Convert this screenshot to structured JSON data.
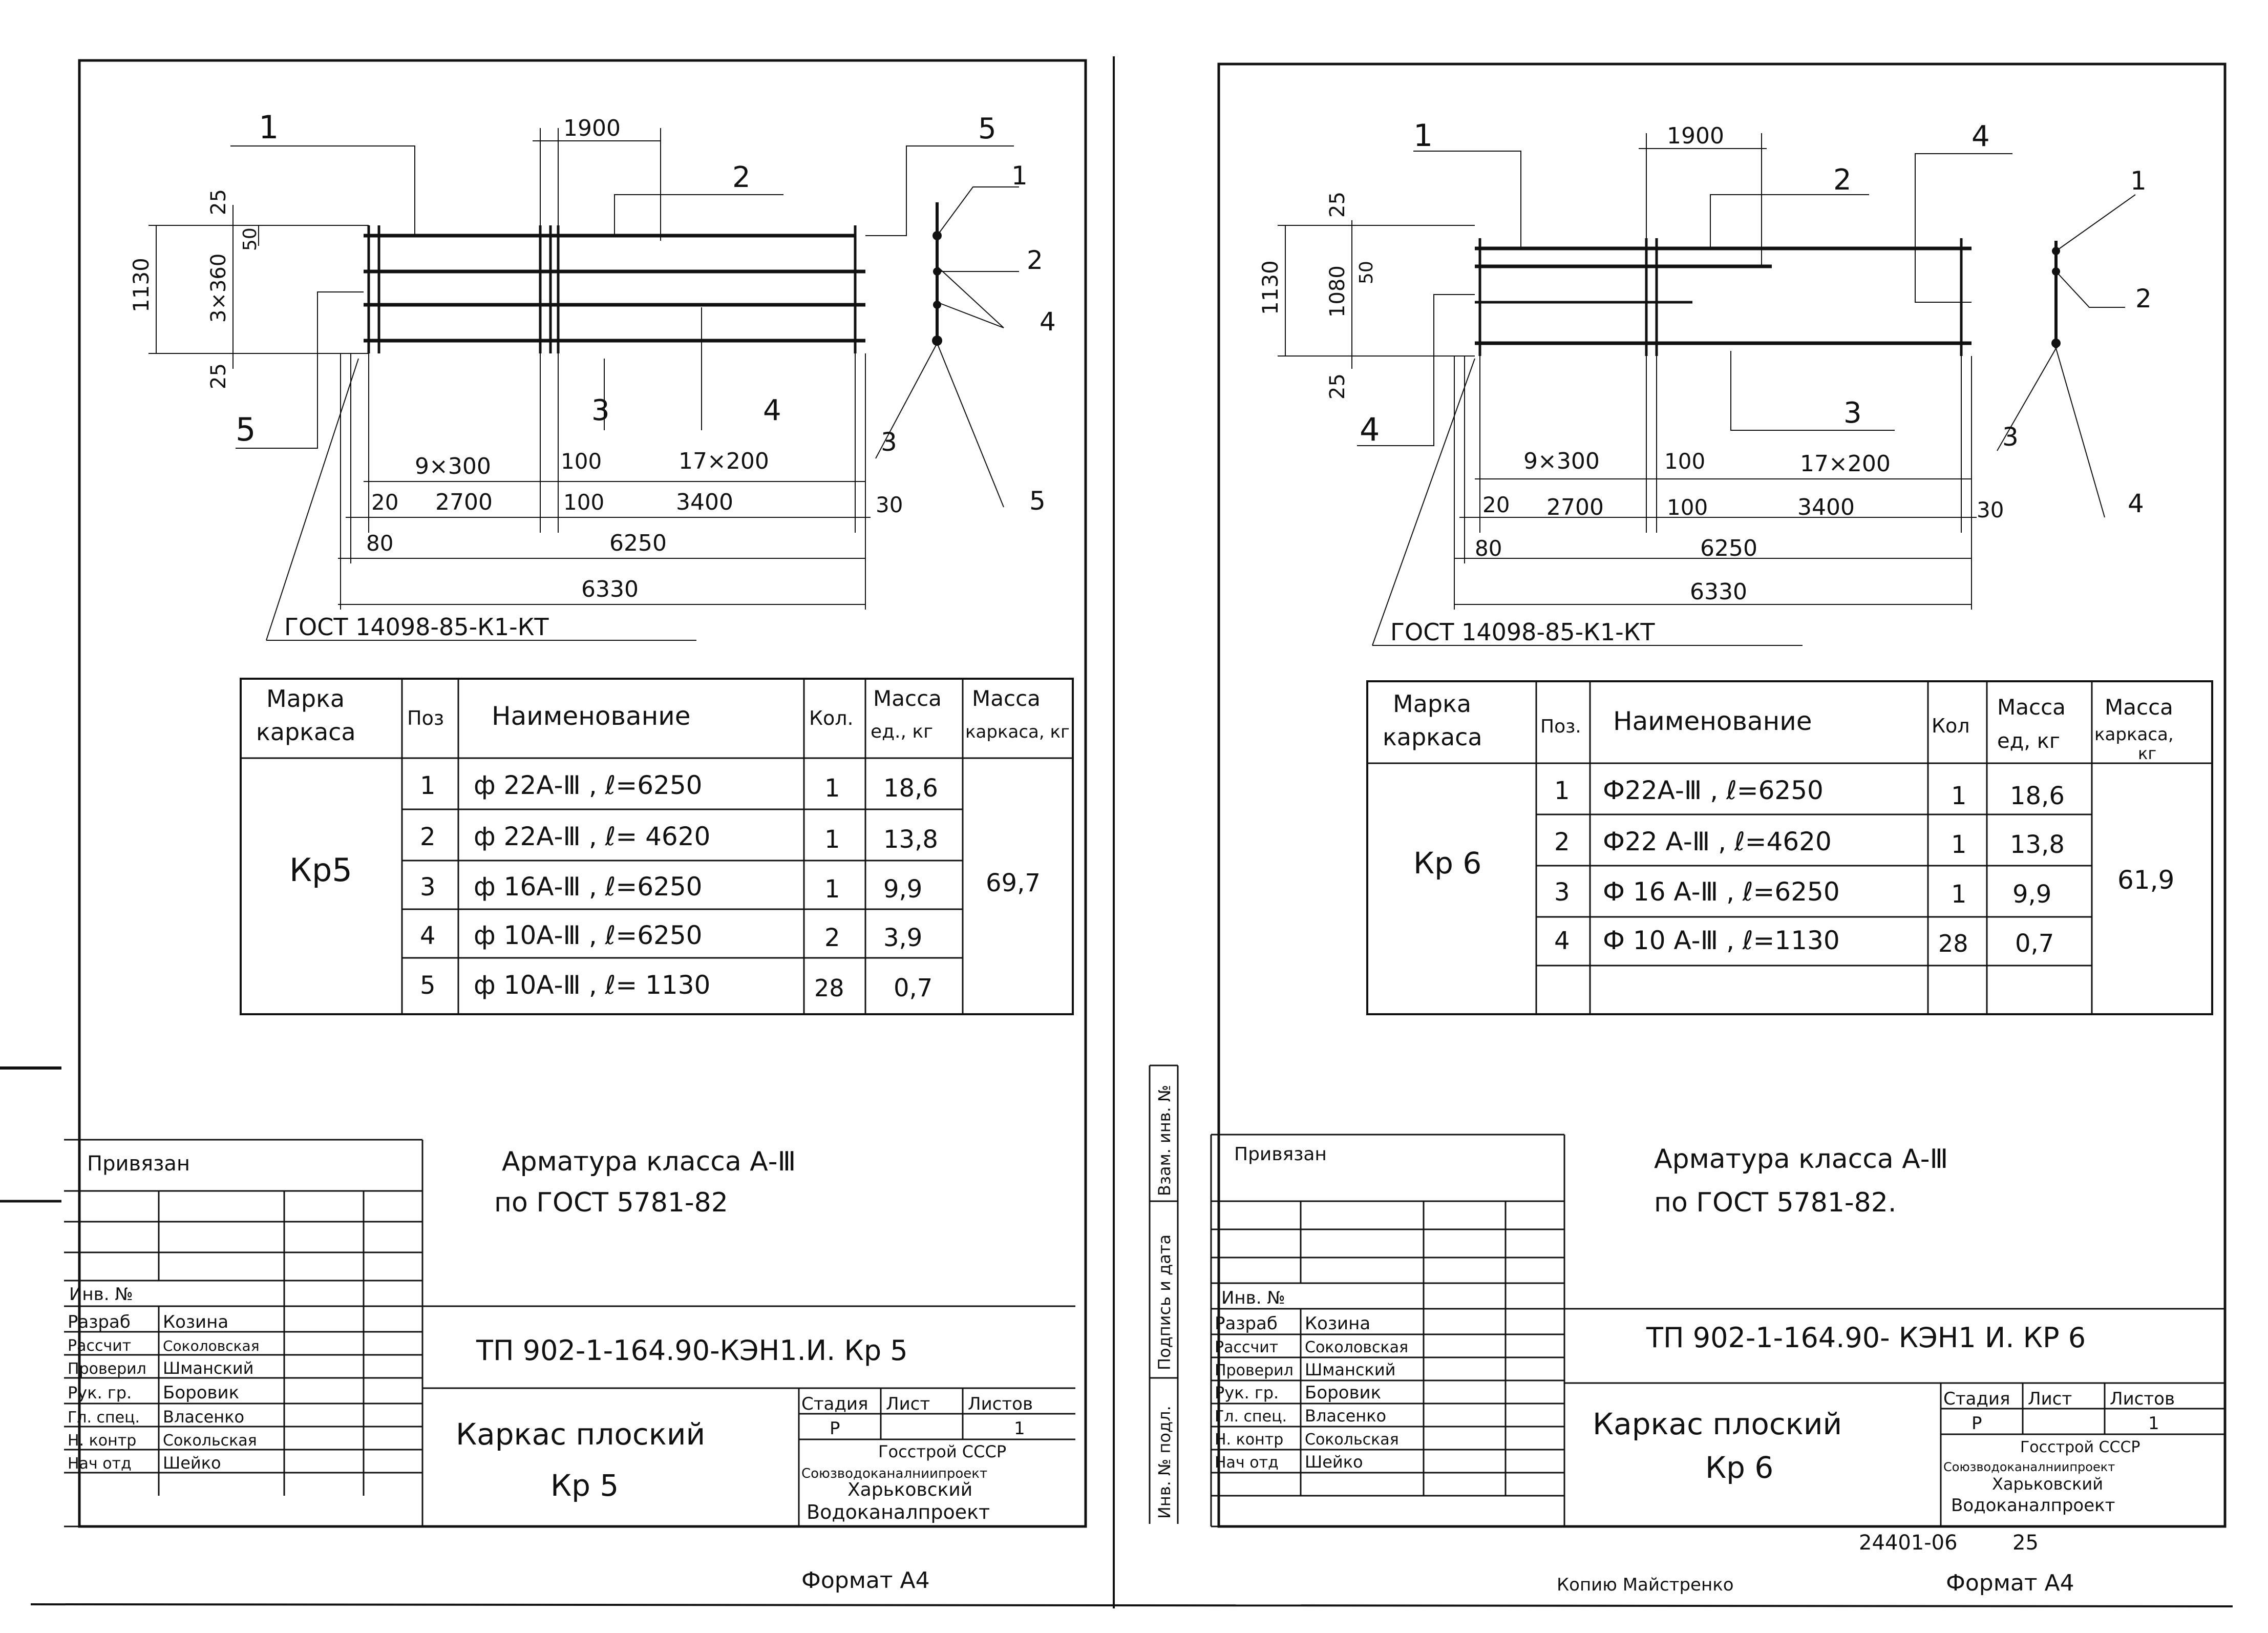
{
  "left_sheet": {
    "callouts": {
      "c1": "1",
      "c2": "2",
      "c3": "3",
      "c4": "4",
      "c5": "5",
      "c5b": "5"
    },
    "section_callouts": {
      "s1": "1",
      "s2": "2",
      "s4": "4",
      "s3": "3",
      "s5": "5"
    },
    "dims": {
      "top": "1900",
      "h_total": "1130",
      "h_25a": "25",
      "h_mid": "3×360",
      "h_50": "50",
      "h_25b": "25",
      "r1a": "9×300",
      "r1b": "100",
      "r1c": "17×200",
      "r2a": "20",
      "r2b": "2700",
      "r2c": "100",
      "r2d": "3400",
      "r2e": "30",
      "r3a": "80",
      "r3b": "6250",
      "r4": "6330"
    },
    "gost_ref": "ГОСТ  14098-85-К1-КТ",
    "table": {
      "headers": [
        "Марка каркаса",
        "Поз",
        "Наименование",
        "Кол.",
        "Масса ед., кг",
        "Масса каркаса, кг"
      ],
      "mark": "Кр5",
      "total_mass": "69,7",
      "rows": [
        {
          "pos": "1",
          "name": "ф 22А-Ⅲ ,  ℓ=6250",
          "qty": "1",
          "mass": "18,6"
        },
        {
          "pos": "2",
          "name": "ф 22А-Ⅲ ,  ℓ= 4620",
          "qty": "1",
          "mass": "13,8"
        },
        {
          "pos": "3",
          "name": "ф 16А-Ⅲ ,  ℓ=6250",
          "qty": "1",
          "mass": "9,9"
        },
        {
          "pos": "4",
          "name": "ф 10А-Ⅲ ,  ℓ=6250",
          "qty": "2",
          "mass": "3,9"
        },
        {
          "pos": "5",
          "name": "ф 10А-Ⅲ ,  ℓ= 1130",
          "qty": "28",
          "mass": "0,7"
        }
      ]
    },
    "note_line1": "Арматура класса А-Ⅲ",
    "note_line2": "по ГОСТ  5781-82",
    "privyazan": "Привязан",
    "inv": "Инв. №",
    "signers": [
      {
        "role": "Разраб",
        "name": "Козина"
      },
      {
        "role": "Рассчит",
        "name": "Соколовская"
      },
      {
        "role": "Проверил",
        "name": "Шманский"
      },
      {
        "role": "Рук. гр.",
        "name": "Боровик"
      },
      {
        "role": "Гл. спец.",
        "name": "Власенко"
      },
      {
        "role": "Н. контр",
        "name": "Сокольская"
      },
      {
        "role": "Нач отд",
        "name": "Шейко"
      }
    ],
    "doc_code": "ТП 902-1-164.90-КЭН1.И. Кр 5",
    "title_line1": "Каркас плоский",
    "title_line2": "Кр 5",
    "stage_h": "Стадия",
    "sheet_h": "Лист",
    "sheets_h": "Листов",
    "stage": "Р",
    "sheet": "",
    "sheets": "1",
    "org1": "Госстрой СССР",
    "org2": "Союзводоканалниипроект",
    "org3": "Харьковский",
    "org4": "Водоканалпроект",
    "format": "Формат  А4"
  },
  "right_sheet": {
    "callouts": {
      "c1": "1",
      "c2": "2",
      "c3": "3",
      "c4": "4",
      "c4b": "4"
    },
    "section_callouts": {
      "s1": "1",
      "s2": "2",
      "s3": "3",
      "s4": "4"
    },
    "dims": {
      "top": "1900",
      "h_total": "1130",
      "h_25a": "25",
      "h_mid": "1080",
      "h_50": "50",
      "h_25b": "25",
      "r1a": "9×300",
      "r1b": "100",
      "r1c": "17×200",
      "r2a": "20",
      "r2b": "2700",
      "r2c": "100",
      "r2d": "3400",
      "r2e": "30",
      "r3a": "80",
      "r3b": "6250",
      "r4": "6330"
    },
    "gost_ref": "ГОСТ  14098-85-К1-КТ",
    "table": {
      "headers": [
        "Марка каркаса",
        "Поз.",
        "Наименование",
        "Кол",
        "Масса ед, кг",
        "Масса каркаса, кг"
      ],
      "mark": "Кр 6",
      "total_mass": "61,9",
      "rows": [
        {
          "pos": "1",
          "name": "Ф22А-Ⅲ ,   ℓ=6250",
          "qty": "1",
          "mass": "18,6"
        },
        {
          "pos": "2",
          "name": "Ф22 А-Ⅲ ,   ℓ=4620",
          "qty": "1",
          "mass": "13,8"
        },
        {
          "pos": "3",
          "name": "Ф 16 А-Ⅲ ,   ℓ=6250",
          "qty": "1",
          "mass": "9,9"
        },
        {
          "pos": "4",
          "name": "Ф 10 А-Ⅲ ,   ℓ=1130",
          "qty": "28",
          "mass": "0,7"
        },
        {
          "pos": "",
          "name": "",
          "qty": "",
          "mass": ""
        }
      ]
    },
    "note_line1": "Арматура  класса  А-Ⅲ",
    "note_line2": "по  ГОСТ   5781-82.",
    "privyazan": "Привязан",
    "inv": "Инв. №",
    "side_stamp": [
      "Инв. № подл.",
      "Подпись и дата",
      "Взам. инв. №"
    ],
    "signers": [
      {
        "role": "Разраб",
        "name": "Козина"
      },
      {
        "role": "Рассчит",
        "name": "Соколовская"
      },
      {
        "role": "Проверил",
        "name": "Шманский"
      },
      {
        "role": "Рук. гр.",
        "name": "Боровик"
      },
      {
        "role": "Гл. спец.",
        "name": "Власенко"
      },
      {
        "role": "Н. контр",
        "name": "Сокольская"
      },
      {
        "role": "Нач отд",
        "name": "Шейко"
      }
    ],
    "doc_code": "ТП 902-1-164.90- КЭН1 И. КР 6",
    "title_line1": "Каркас  плоский",
    "title_line2": "Кр 6",
    "stage_h": "Стадия",
    "sheet_h": "Лист",
    "sheets_h": "Листов",
    "stage": "Р",
    "sheet": "",
    "sheets": "1",
    "org1": "Госстрой СССР",
    "org2": "Союзводоканалниипроект",
    "org3": "Харьковский",
    "org4": "Водоканалпроект",
    "archive_no": "24401-06",
    "archive_page": "25",
    "copy_note": "Копию Майстренко",
    "format": "Формат  А4"
  }
}
